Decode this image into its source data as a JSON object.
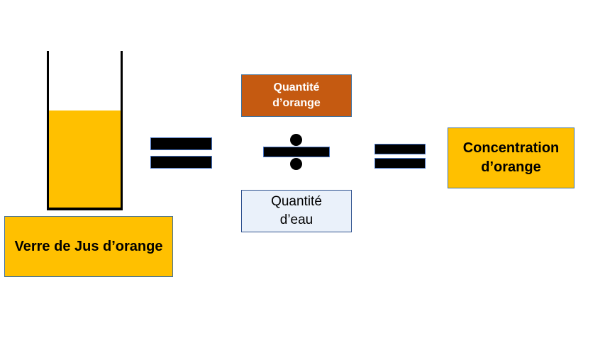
{
  "diagram": {
    "title": "Concentration d'orange formula",
    "colors": {
      "juice": "#FFC000",
      "orange_box": "#C55A11",
      "water_box": "#EAF1FA",
      "result_box": "#FFC000",
      "operator": "#000000"
    },
    "glass": {
      "label": "Verre de Jus d’orange",
      "fill_fraction": 0.62
    },
    "operators": {
      "first": "equals",
      "second": "divide",
      "third": "equals"
    },
    "numerator": {
      "line1": "Quantité",
      "line2": "d’orange"
    },
    "denominator": {
      "line1": "Quantité",
      "line2": "d’eau"
    },
    "result": {
      "line1": "Concentration",
      "line2": "d’orange"
    }
  }
}
